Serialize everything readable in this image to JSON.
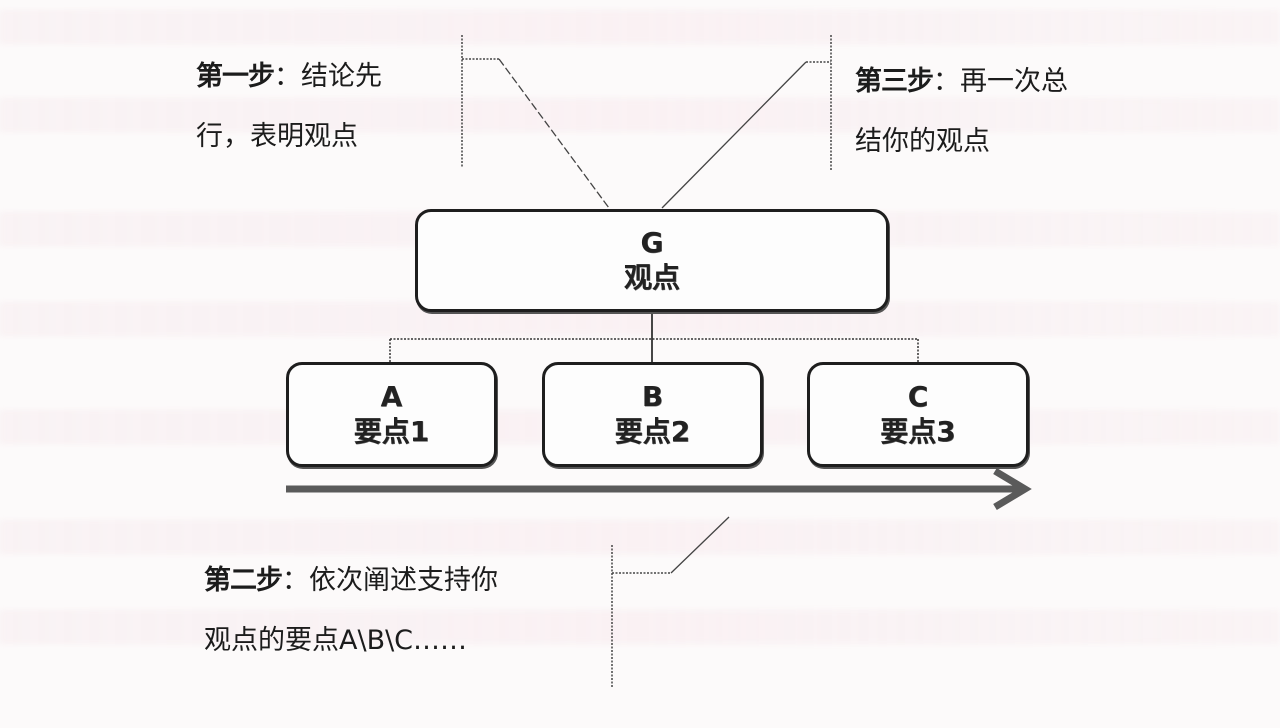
{
  "diagram": {
    "type": "pyramid-principle-structure",
    "colors": {
      "background": "#fcfafa",
      "ink": "#1c1c1c",
      "arrow": "#5a5a5a",
      "bleed_through": "#f2d6df"
    },
    "top_node": {
      "letter": "G",
      "label": "观点"
    },
    "child_nodes": [
      {
        "letter": "A",
        "label": "要点1"
      },
      {
        "letter": "B",
        "label": "要点2"
      },
      {
        "letter": "C",
        "label": "要点3"
      }
    ],
    "arrow": {
      "direction": "right",
      "meaning": "order of explanation A → B → C"
    },
    "callouts": {
      "step1": {
        "step_label": "第一步",
        "separator": "：",
        "line1_text": "结论先",
        "line2_text": "行，表明观点"
      },
      "step2": {
        "step_label": "第二步",
        "separator": "：",
        "line1_text": "依次阐述支持你",
        "line2_text": "观点的要点A\\B\\C……"
      },
      "step3": {
        "step_label": "第三步",
        "separator": "：",
        "line1_text": "再一次总",
        "line2_text": "结你的观点"
      }
    }
  }
}
